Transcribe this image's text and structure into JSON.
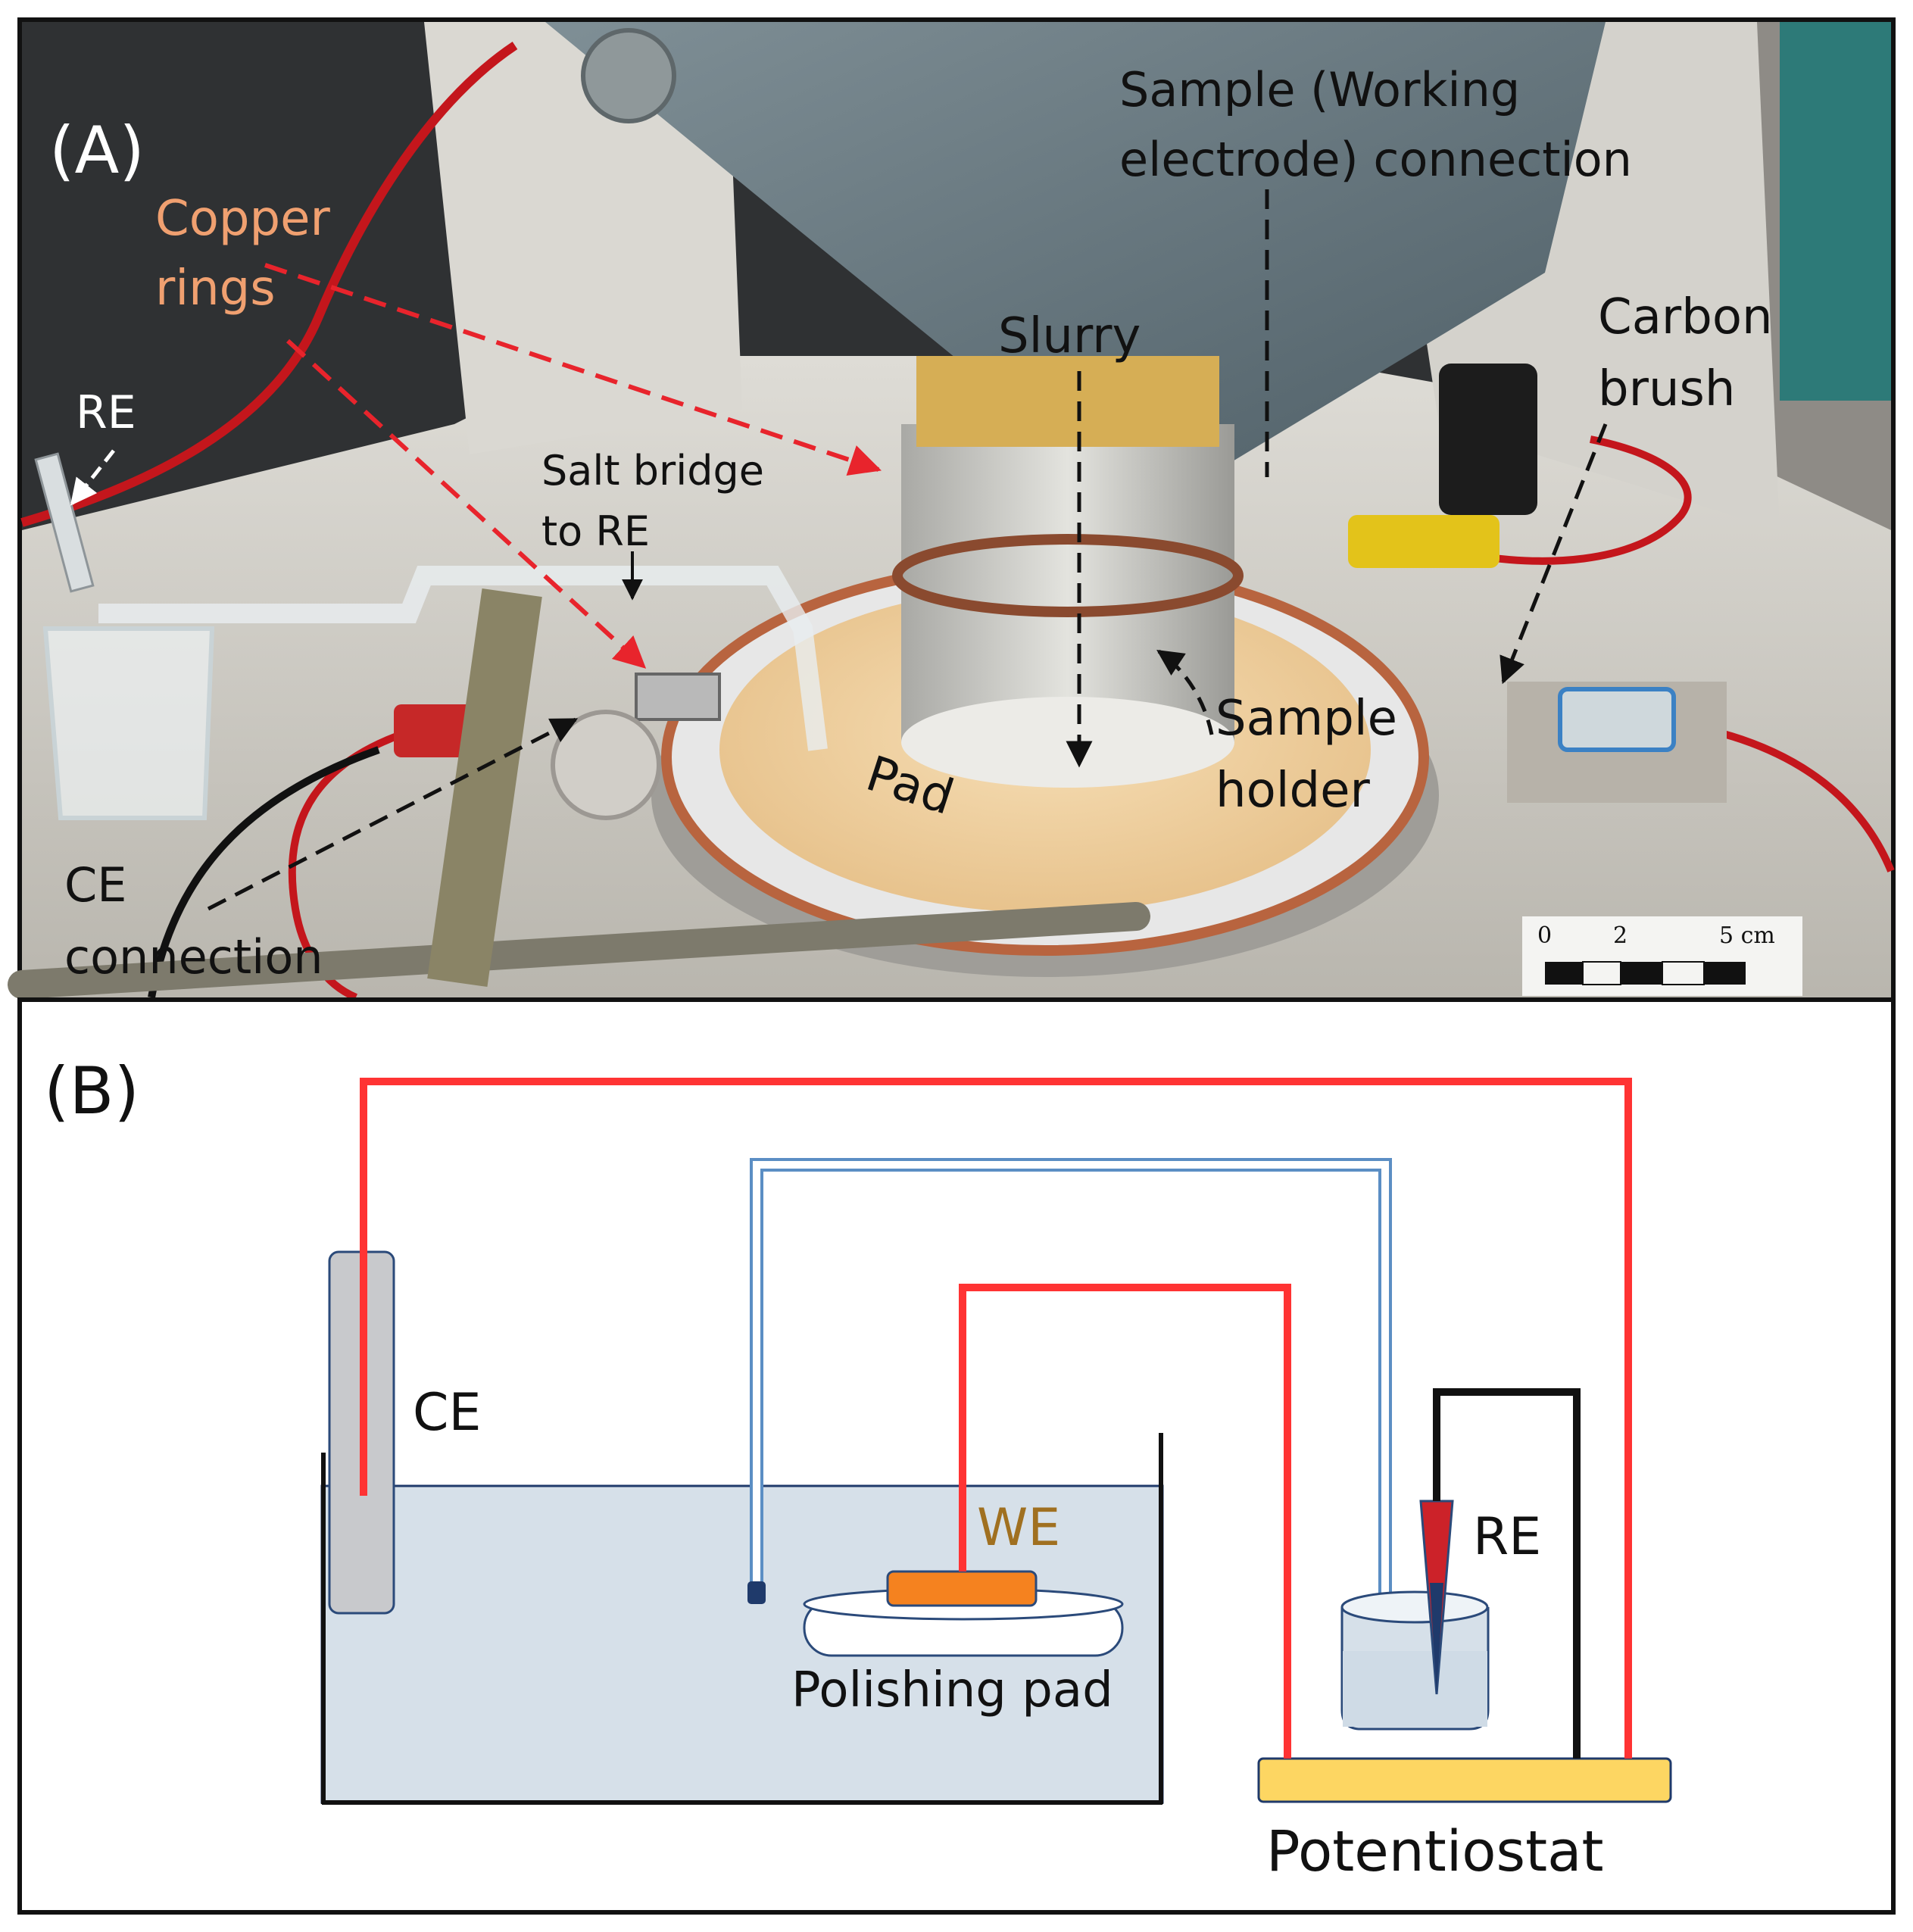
{
  "panelA": {
    "letter": "(A)",
    "copper_line1": "Copper",
    "copper_line2": "rings",
    "re": "RE",
    "salt_line1": "Salt bridge",
    "salt_line2": "to RE",
    "ce_line1": "CE",
    "ce_line2": "connection",
    "sample_line1": "Sample (Working",
    "sample_line2": "electrode) connection",
    "slurry": "Slurry",
    "carbon_line1": "Carbon",
    "carbon_line2": "brush",
    "pad": "Pad",
    "holder_line1": "Sample",
    "holder_line2": "holder",
    "scale_0": "0",
    "scale_2": "2",
    "scale_5": "5 cm"
  },
  "panelB": {
    "letter": "(B)",
    "ce": "CE",
    "we": "WE",
    "re": "RE",
    "polishing_pad": "Polishing pad",
    "potentiostat": "Potentiostat"
  },
  "colors": {
    "wire_red": "#ff3333",
    "wire_black": "#111111",
    "salt_bridge_blue": "#5b8ec4",
    "electrolyte": "#d6e0e9",
    "we_orange": "#f5821f",
    "we_text": "#a07020",
    "potentiostat_yellow": "#fdd662",
    "copper_text": "#f0a070",
    "dashed_red": "#e8242c"
  }
}
